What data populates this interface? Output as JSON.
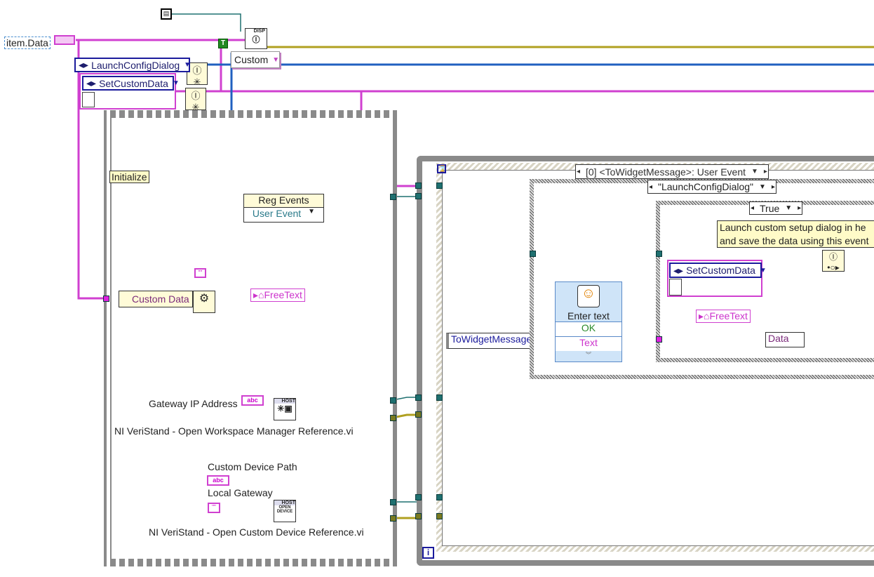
{
  "diagram": {
    "item_data_label": "item.Data",
    "launch_ring": "LaunchConfigDialog",
    "set_custom_ring": "SetCustomData",
    "custom_ring": "Custom",
    "bool_const": "T",
    "disp_tag": "DISP",
    "initialize_label": "Initialize",
    "reg_events": "Reg Events",
    "user_event": "User Event",
    "custom_data": "Custom Data",
    "free_text": "FreeText",
    "gateway_label": "Gateway IP Address",
    "abc": "abc",
    "host_tag": "HOST",
    "open_ws_label": "NI VeriStand - Open Workspace Manager Reference.vi",
    "custom_device_path": "Custom Device Path",
    "local_gateway": "Local Gateway",
    "open_device": "OPEN DEVICE",
    "open_cd_label": "NI VeriStand - Open Custom Device Reference.vi",
    "event_selector": "[0] <ToWidgetMessage>: User Event",
    "case_selector": "\"LaunchConfigDialog\"",
    "true_selector": "True",
    "comment_line1": "Launch custom setup dialog in he",
    "comment_line2": "and save the data using this event",
    "to_widget": "ToWidgetMessage",
    "enter_text": "Enter text",
    "ok": "OK",
    "text": "Text",
    "inner_set_custom": "SetCustomData",
    "inner_free_text": "FreeText",
    "data": "Data",
    "loop_i": "i"
  },
  "colors": {
    "string_wire": "#cc33cc",
    "refnum_wire": "#1f7070",
    "error_wire": "#b0a020",
    "enum_wire": "#1b1b9c"
  }
}
